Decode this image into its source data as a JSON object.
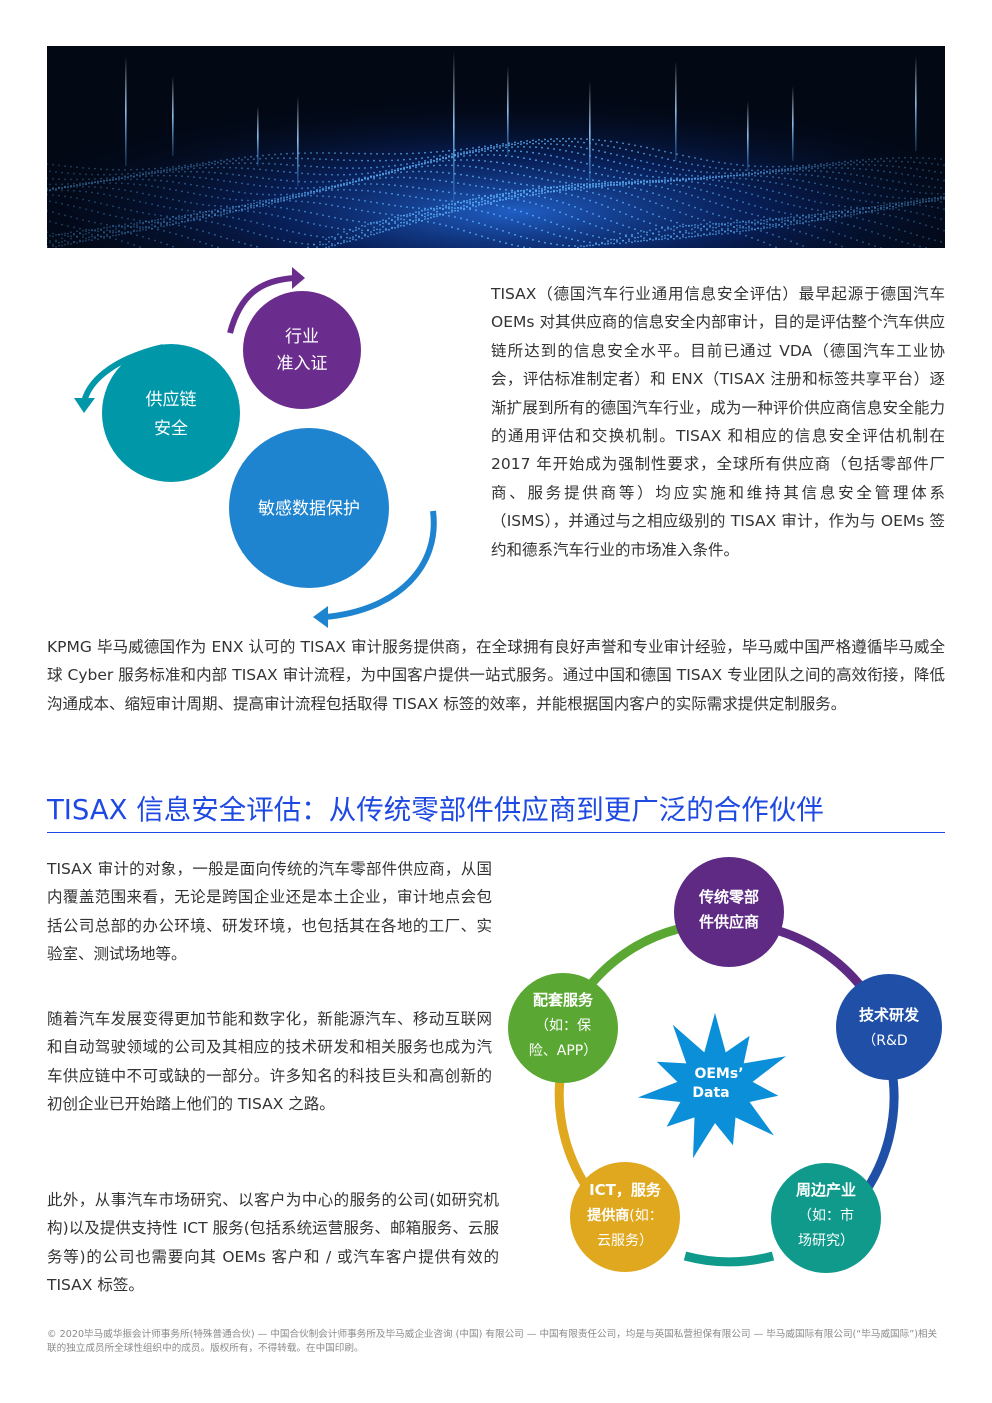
{
  "intro": {
    "paragraph": "TISAX（德国汽车行业通用信息安全评估）最早起源于德国汽车 OEMs 对其供应商的信息安全内部审计，目的是评估整个汽车供应链所达到的信息安全水平。目前已通过 VDA（德国汽车工业协会，评估标准制定者）和 ENX（TISAX 注册和标签共享平台）逐渐扩展到所有的德国汽车行业，成为一种评价供应商信息安全能力的通用评估和交换机制。TISAX 和相应的信息安全评估机制在 2017 年开始成为强制性要求，全球所有供应商（包括零部件厂商、服务提供商等）均应实施和维持其信息安全管理体系（ISMS），并通过与之相应级别的 TISAX 审计，作为与 OEMs 签约和德系汽车行业的市场准入条件。"
  },
  "cycle_diagram": {
    "circle_industry": [
      "行业",
      "准入证"
    ],
    "circle_supply": [
      "供应链",
      "安全"
    ],
    "circle_data": "敏感数据保护",
    "colors": {
      "purple": "#6a2c8d",
      "teal": "#0097a9",
      "blue": "#1f84d0"
    }
  },
  "kpmg_paragraph": "KPMG 毕马威德国作为 ENX 认可的 TISAX 审计服务提供商，在全球拥有良好声誉和专业审计经验，毕马威中国严格遵循毕马威全球 Cyber 服务标准和内部 TISAX 审计流程，为中国客户提供一站式服务。通过中国和德国 TISAX 专业团队之间的高效衔接，降低沟通成本、缩短审计周期、提高审计流程包括取得 TISAX 标签的效率，并能根据国内客户的实际需求提供定制服务。",
  "section_title": "TISAX 信息安全评估：从传统零部件供应商到更广泛的合作伙伴",
  "left_column": {
    "p1": "TISAX 审计的对象，一般是面向传统的汽车零部件供应商，从国内覆盖范围来看，无论是跨国企业还是本土企业，审计地点会包括公司总部的办公环境、研发环境，也包括其在各地的工厂、实验室、测试场地等。",
    "p2": "随着汽车发展变得更加节能和数字化，新能源汽车、移动互联网和自动驾驶领域的公司及其相应的技术研发和相关服务也成为汽车供应链中不可或缺的一部分。许多知名的科技巨头和高创新的初创企业已开始踏上他们的 TISAX 之路。",
    "p3": "此外，从事汽车市场研究、以客户为中心的服务的公司(如研究机构)以及提供支持性 ICT 服务(包括系统运营服务、邮箱服务、云服务等)的公司也需要向其 OEMs 客户和 / 或汽车客户提供有效的 TISAX 标签。"
  },
  "ecosystem_diagram": {
    "center": [
      "OEMs’",
      "Data"
    ],
    "parts": {
      "bold": [
        "传统零部",
        "件供应商"
      ],
      "normal": []
    },
    "rnd": {
      "bold": [
        "技术研发"
      ],
      "normal": [
        "（R&D"
      ]
    },
    "periph": {
      "bold": [
        "周边产业"
      ],
      "normal": [
        "（如：市",
        "场研究）"
      ]
    },
    "ict": {
      "bold": [
        "ICT，服务",
        "提供商"
      ],
      "normal": [
        "(如：",
        "云服务）"
      ]
    },
    "support": {
      "bold": [
        "配套服务"
      ],
      "normal": [
        "（如：保",
        "险、APP）"
      ]
    },
    "colors": {
      "parts": "#5e2a84",
      "rnd": "#1f4fa6",
      "periph": "#0f9a8c",
      "ict": "#e0a81e",
      "support": "#5aa833",
      "star": "#0a8fd8"
    }
  },
  "footer": "© 2020毕马威华振会计师事务所(特殊普通合伙) — 中国合伙制会计师事务所及毕马威企业咨询 (中国) 有限公司 — 中国有限责任公司，均是与英国私营担保有限公司 — 毕马威国际有限公司(“毕马威国际”)相关联的独立成员所全球性组织中的成员。版权所有，不得转载。在中国印刷。"
}
